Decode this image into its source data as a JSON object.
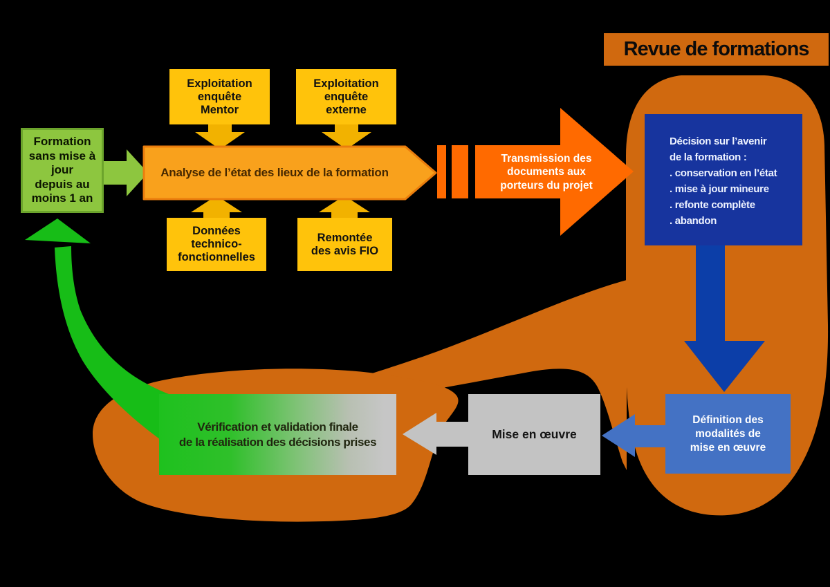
{
  "title": {
    "label": "Revue de formations"
  },
  "nodes": {
    "start": {
      "lines": [
        "Formation",
        "sans mise à",
        "jour",
        "depuis au",
        "moins 1 an"
      ]
    },
    "mentor": {
      "lines": [
        "Exploitation",
        "enquête",
        "Mentor"
      ]
    },
    "externe": {
      "lines": [
        "Exploitation",
        "enquête",
        "externe"
      ]
    },
    "analyse": {
      "label": "Analyse de l’état des lieux de la formation"
    },
    "donnees": {
      "lines": [
        "Données",
        "technico-",
        "fonctionnelles"
      ]
    },
    "fio": {
      "lines": [
        "Remontée",
        "des avis FIO"
      ]
    },
    "transmission": {
      "lines": [
        "Transmission des",
        "documents aux",
        "porteurs du projet"
      ]
    },
    "decision": {
      "lines": [
        "Décision sur l’avenir",
        "de la formation :",
        ". conservation en l’état",
        ". mise à jour mineure",
        ". refonte complète",
        ". abandon"
      ]
    },
    "definition": {
      "lines": [
        "Définition des",
        "modalités de",
        "mise en œuvre"
      ]
    },
    "mise_en_oeuvre": {
      "label": "Mise en œuvre"
    },
    "verification": {
      "lines": [
        "Vérification et validation finale",
        "de la réalisation des décisions prises"
      ]
    }
  },
  "colors": {
    "background": "#000000",
    "orange_region": "#D0690F",
    "orange_arrow_fill": "#F9A11C",
    "orange_arrow_border": "#EA7D0D",
    "orange_bright": "#FF6A00",
    "gold_box": "#FFC30B",
    "gold_arrow": "#F2B200",
    "green_light": "#8DC63F",
    "green_light_border": "#6CA42C",
    "green_bright": "#17BD17",
    "blue_dark_box": "#17349E",
    "blue_dark_arrow": "#0C3EA8",
    "blue_medium": "#4472C4",
    "gray": "#C3C3C3"
  }
}
